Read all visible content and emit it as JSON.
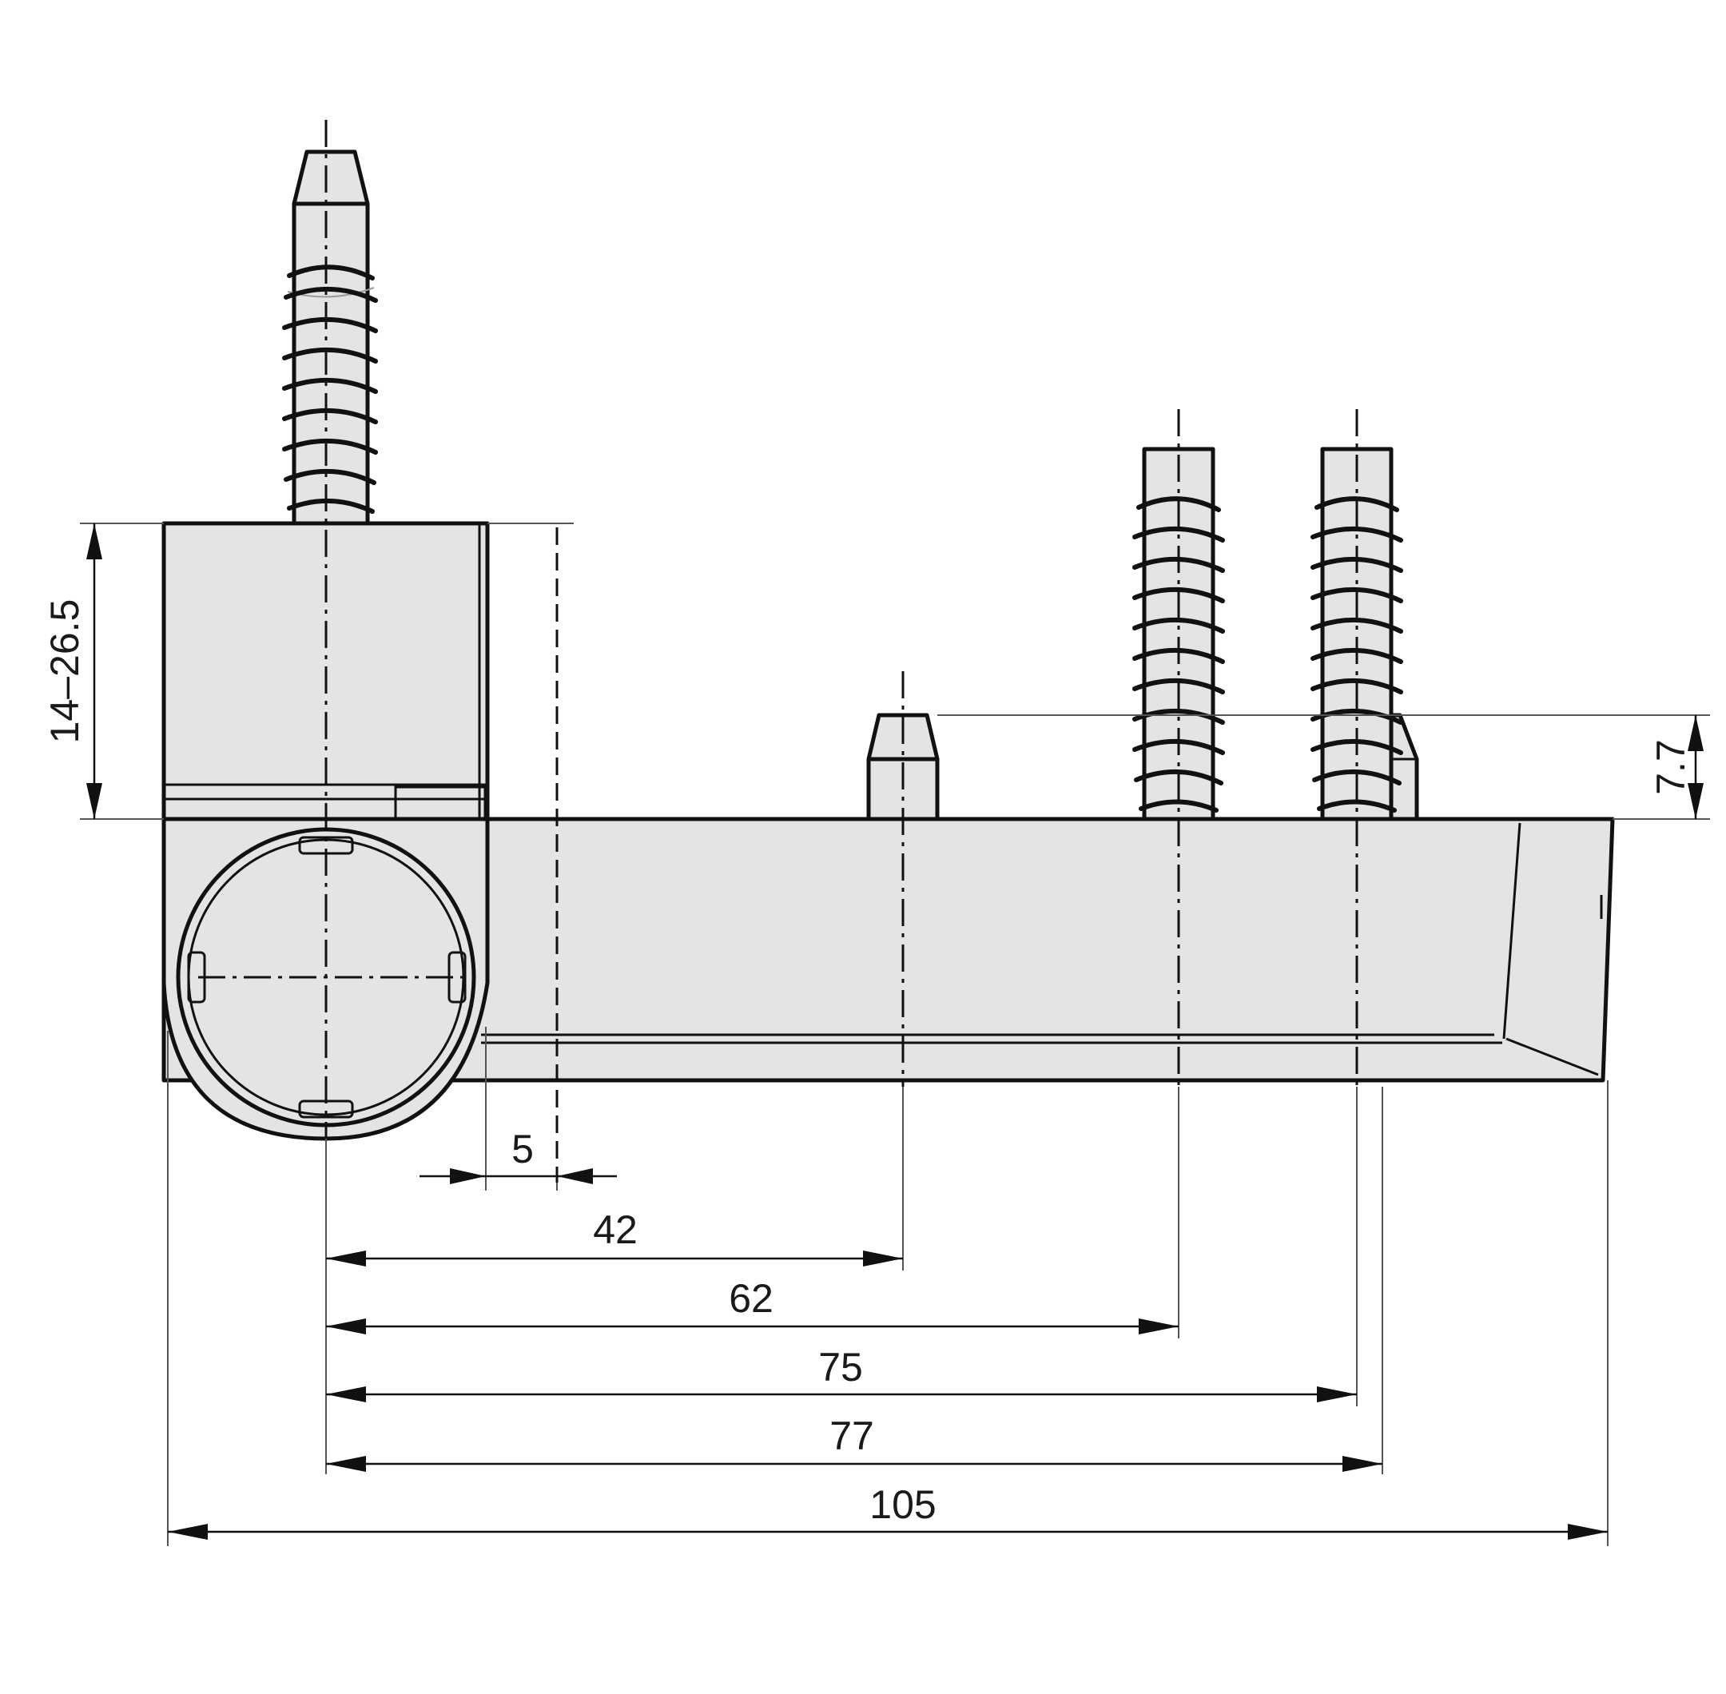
{
  "dimensions": {
    "d_14_26_5": "14–26.5",
    "d_7_7": "7.7",
    "d_5": "5",
    "d_42": "42",
    "d_62": "62",
    "d_75": "75",
    "d_77": "77",
    "d_105": "105"
  }
}
